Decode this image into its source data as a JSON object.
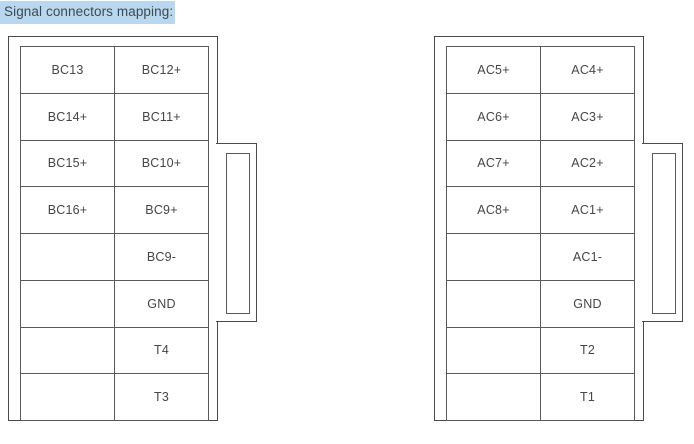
{
  "page": {
    "title": "Signal connectors mapping:",
    "highlight_color": "#b9d7ee",
    "text_color": "#464646",
    "line_color": "#4a4a4a",
    "background": "#ffffff"
  },
  "connectors": [
    {
      "id": "left",
      "name": "bc-signal-connector",
      "columns": [
        "col-a",
        "col-b"
      ],
      "rows": [
        [
          "BC13",
          "BC12+"
        ],
        [
          "BC14+",
          "BC11+"
        ],
        [
          "BC15+",
          "BC10+"
        ],
        [
          "BC16+",
          "BC9+"
        ],
        [
          "",
          "BC9-"
        ],
        [
          "",
          "GND"
        ],
        [
          "",
          "T4"
        ],
        [
          "",
          "T3"
        ]
      ]
    },
    {
      "id": "right",
      "name": "ac-signal-connector",
      "columns": [
        "col-a",
        "col-b"
      ],
      "rows": [
        [
          "AC5+",
          "AC4+"
        ],
        [
          "AC6+",
          "AC3+"
        ],
        [
          "AC7+",
          "AC2+"
        ],
        [
          "AC8+",
          "AC1+"
        ],
        [
          "",
          "AC1-"
        ],
        [
          "",
          "GND"
        ],
        [
          "",
          "T2"
        ],
        [
          "",
          "T1"
        ]
      ]
    }
  ]
}
